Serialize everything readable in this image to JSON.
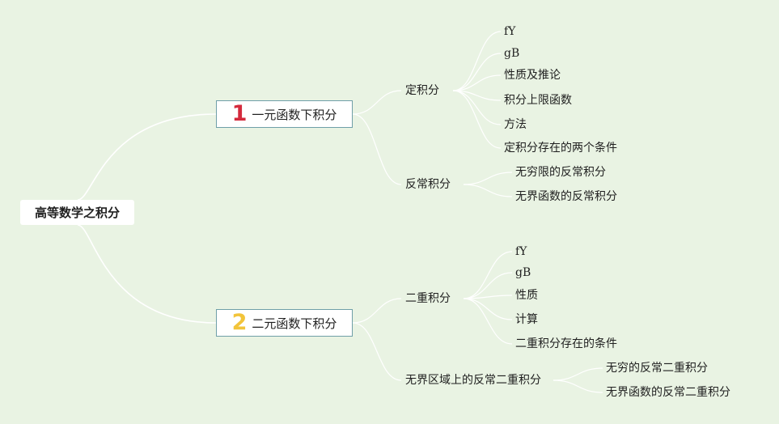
{
  "root": {
    "label": "高等数学之积分"
  },
  "branches": [
    {
      "number": "1",
      "label": "一元函数下积分",
      "children": [
        {
          "label": "定积分",
          "items": [
            "fY",
            "gB",
            "性质及推论",
            "积分上限函数",
            "方法",
            "定积分存在的两个条件"
          ]
        },
        {
          "label": "反常积分",
          "items": [
            "无穷限的反常积分",
            "无界函数的反常积分"
          ]
        }
      ]
    },
    {
      "number": "2",
      "label": "二元函数下积分",
      "children": [
        {
          "label": "二重积分",
          "items": [
            "fY",
            "gB",
            "性质",
            "计算",
            "二重积分存在的条件"
          ]
        },
        {
          "label": "无界区域上的反常二重积分",
          "items": [
            "无穷的反常二重积分",
            "无界函数的反常二重积分"
          ]
        }
      ]
    }
  ],
  "colors": {
    "background": "#e9f3e3",
    "line": "#ffffff",
    "box_border": "#6f9fa8",
    "number1": "#d42a3c",
    "number2": "#f2c43a"
  }
}
